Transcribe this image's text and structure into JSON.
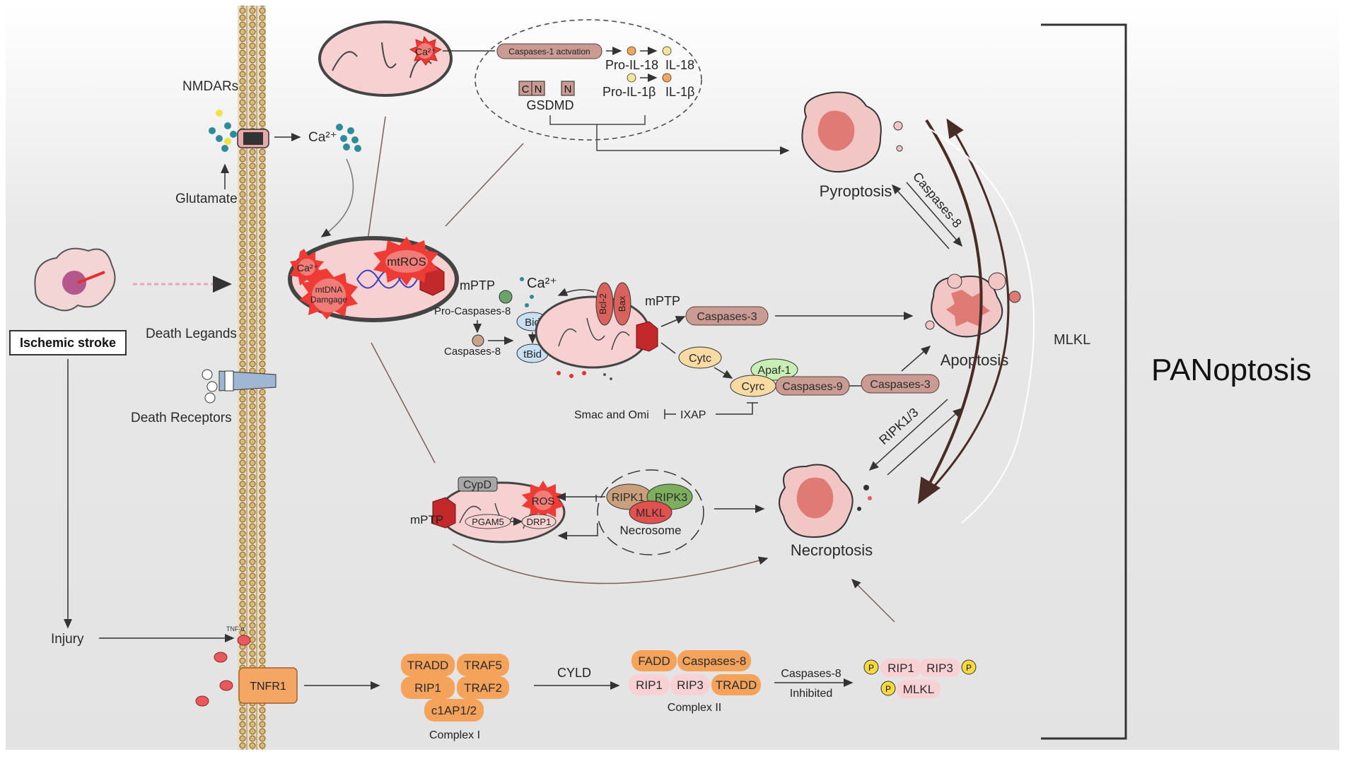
{
  "stimulus": {
    "title": "Ischemic stroke",
    "injury": "Injury"
  },
  "membrane": {
    "nmdars": "NMDARs",
    "glutamate": "Glutamate",
    "ca_ion": "Ca²⁺",
    "death_ligands": "Death Legands",
    "death_receptors": "Death Receptors",
    "tnf_alpha": "TNF-α",
    "tnfr1": "TNFR1"
  },
  "mito_top": {
    "ca": "Ca²⁺",
    "casp1": "Caspases-1 actvation",
    "pro_il18": "Pro-IL-18",
    "il18": "IL-18",
    "pro_il1b": "Pro-IL-1β",
    "il1b": "IL-1β",
    "gsdmd_c": "C",
    "gsdmd_n1": "N",
    "gsdmd_n2": "N",
    "gsdmd": "GSDMD"
  },
  "mito_main": {
    "ca": "Ca²⁺",
    "mtdna": "mtDNA",
    "damage": "Damgage",
    "mtros": "mtROS"
  },
  "apoptosis_path": {
    "mptp1": "mPTP",
    "ca": "Ca²⁺",
    "pro_casp8": "Pro-Caspases-8",
    "bid": "Bid",
    "casp8": "Caspases-8",
    "tbid": "tBid",
    "bcl2": "Bcl-2",
    "bax": "Bax",
    "mptp2": "mPTP",
    "casp3a": "Caspases-3",
    "cytc": "Cytc",
    "apaf1": "Apaf-1",
    "cyrc": "Cyrc",
    "casp9": "Caspases-9",
    "casp3b": "Caspases-3",
    "smac": "Smac and Omi",
    "ixap": "IXAP"
  },
  "necro_path": {
    "cypd": "CypD",
    "ros": "ROS",
    "mptp": "mPTP",
    "pgam5": "PGAM5",
    "drp1": "DRP1",
    "ripk1": "RIPK1",
    "ripk3": "RIPK3",
    "mlkl": "MLKL",
    "necrosome": "Necrosome"
  },
  "outcomes": {
    "pyroptosis": "Pyroptosis",
    "apoptosis": "Apoptosis",
    "necroptosis": "Necroptosis",
    "casp8": "Caspases-8",
    "ripk13": "RIPK1/3",
    "mlkl": "MLKL",
    "panoptosis": "PANoptosis"
  },
  "complexes": {
    "c1": [
      "TRADD",
      "TRAF5",
      "RIP1",
      "TRAF2",
      "c1AP1/2"
    ],
    "c1_label": "Complex I",
    "cyld": "CYLD",
    "c2": [
      "FADD",
      "Caspases-8",
      "RIP1",
      "RIP3",
      "TRADD"
    ],
    "c2_label": "Complex II",
    "casp8_inh1": "Caspases-8",
    "casp8_inh2": "Inhibited",
    "p": "P",
    "rip1": "RIP1",
    "rip3": "RIP3",
    "mlkl": "MLKL"
  },
  "colors": {
    "orange": "#f5a25b",
    "pink": "#f7c9c9",
    "red": "#e0312e",
    "membrane": "#d9b978"
  }
}
